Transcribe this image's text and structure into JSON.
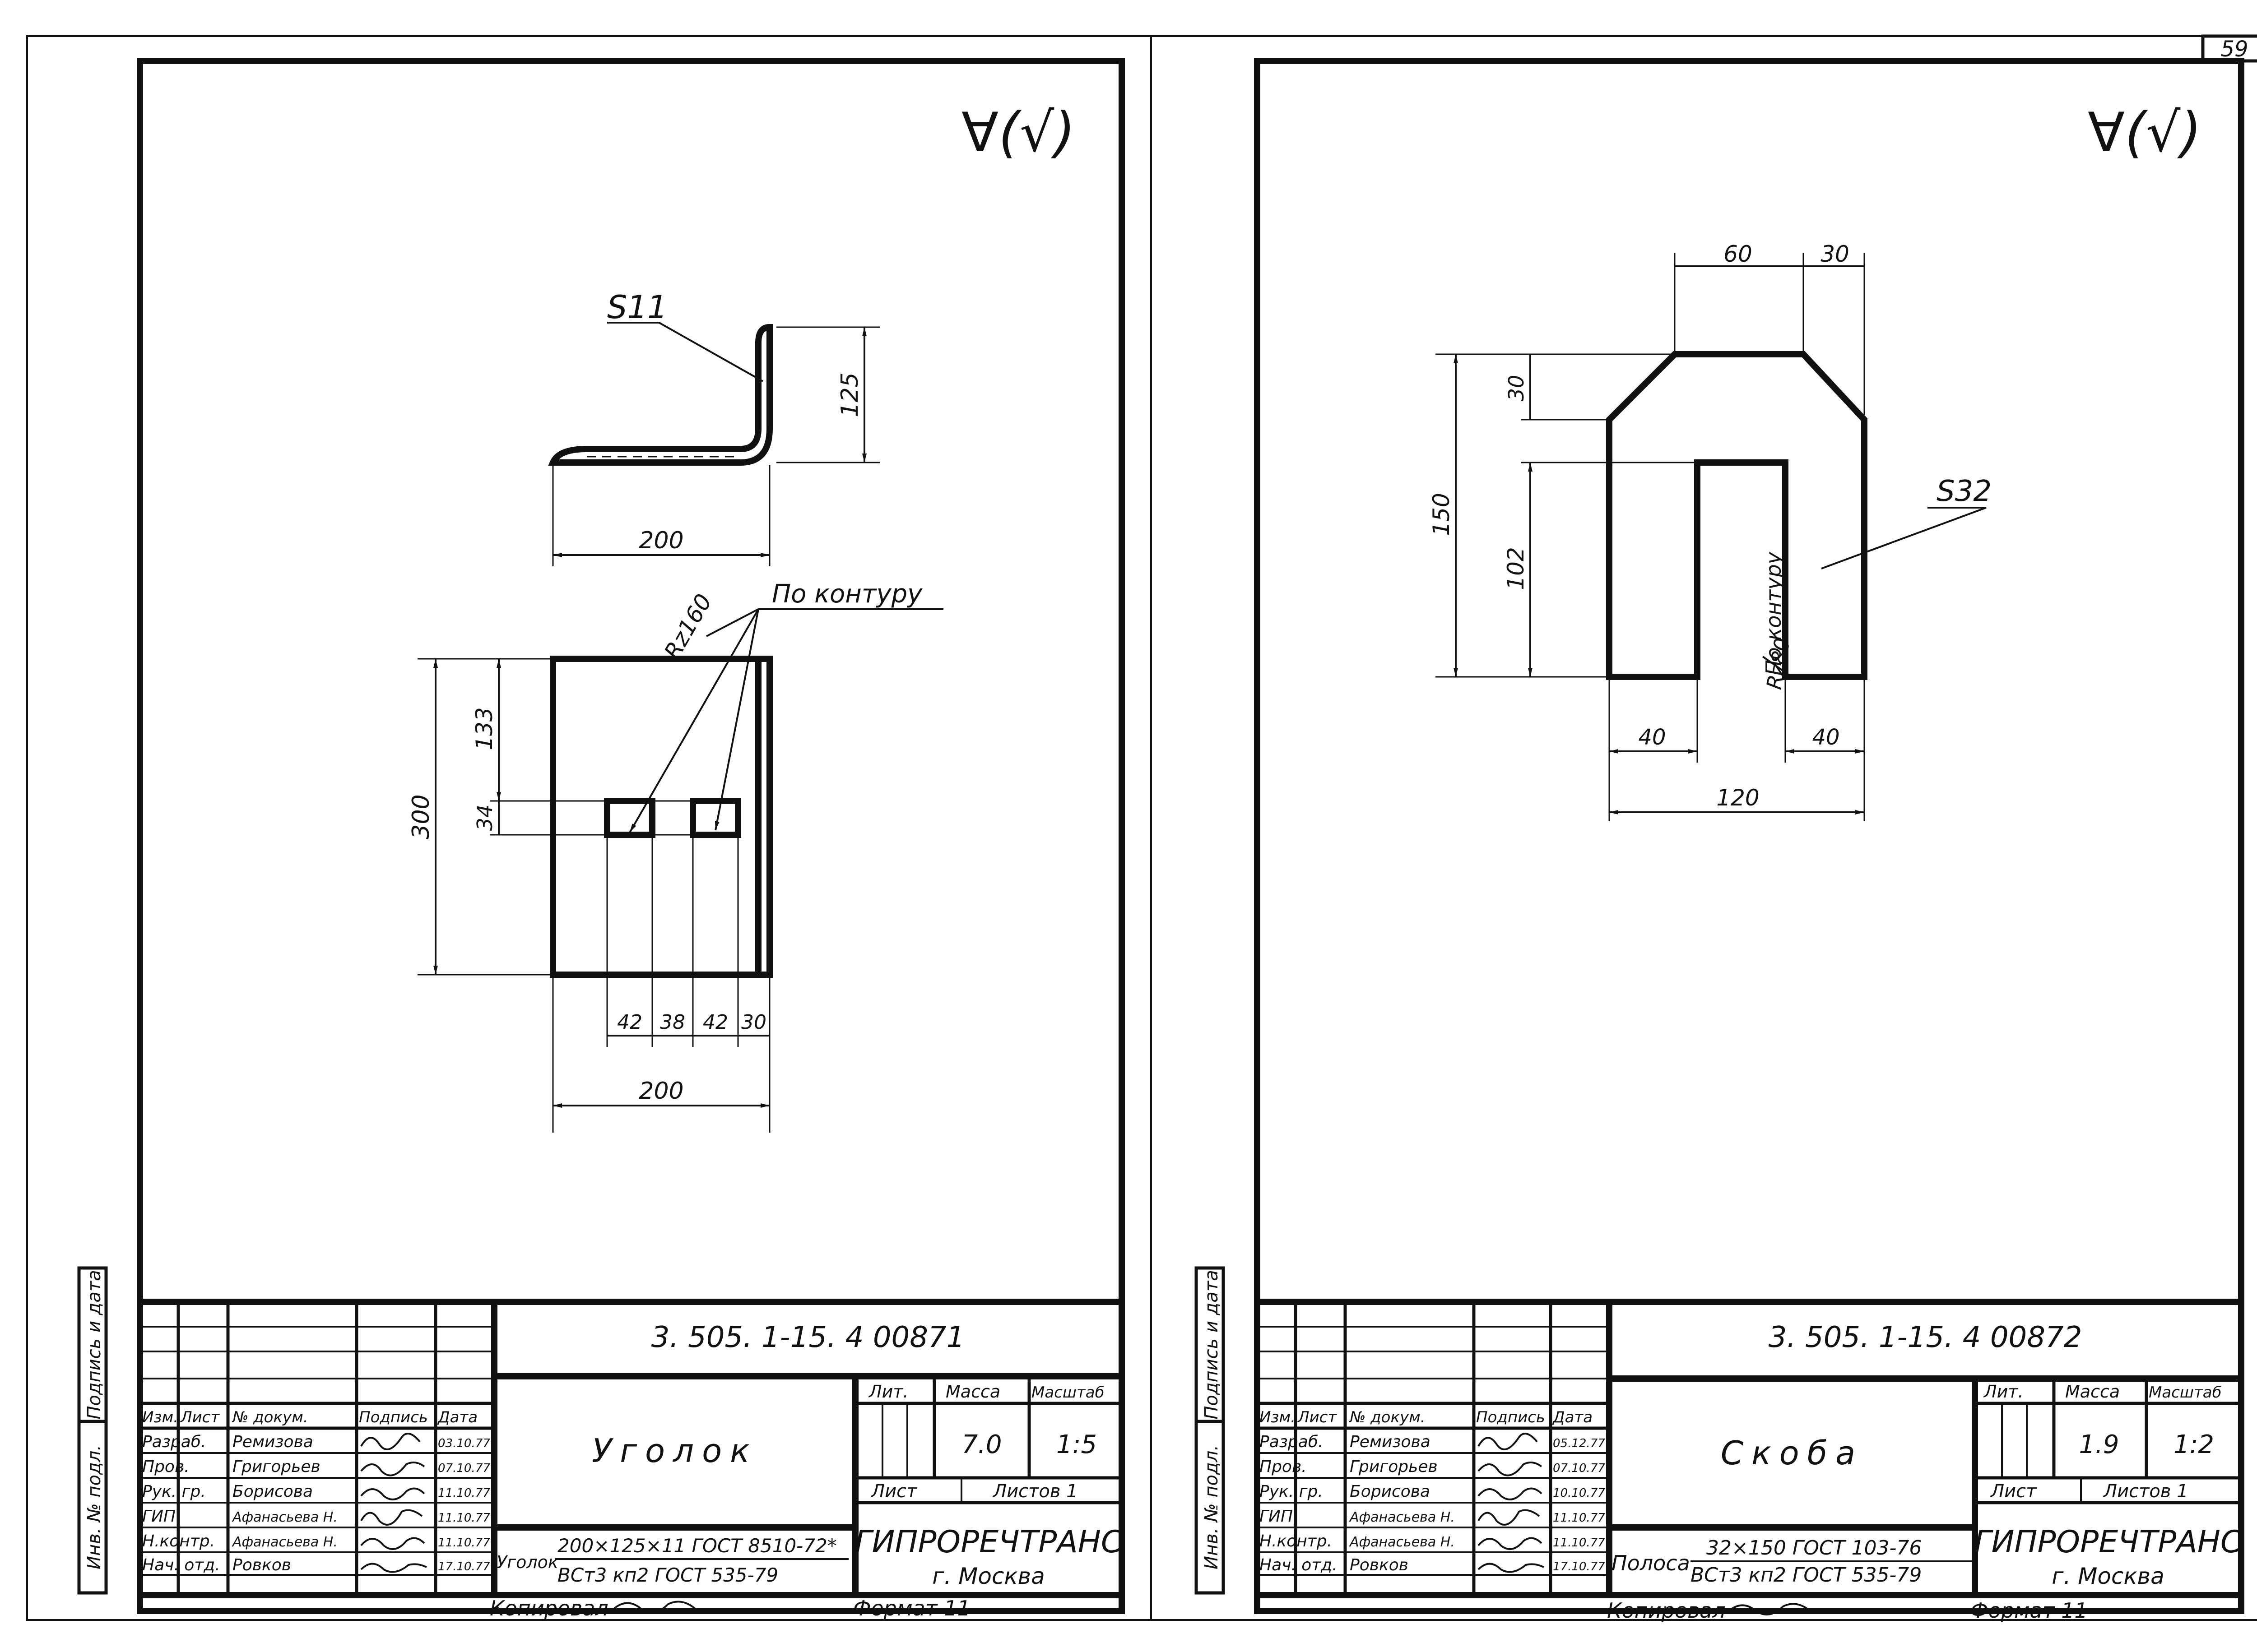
{
  "page_number": "59",
  "left_sheet": {
    "roughness_symbol": "∀(√)",
    "thickness_label": "S11",
    "roughness_rz": "Rz160",
    "contour_note": "По контуру",
    "dims": {
      "angle_height": "125",
      "angle_width": "200",
      "plate_height": "300",
      "hole_offset": "133",
      "hole_height": "34",
      "x1": "42",
      "x2": "38",
      "x3": "42",
      "x4": "30",
      "plate_width": "200"
    },
    "title_block": {
      "designation": "3. 505. 1-15. 4  00871",
      "name": "Уголок",
      "lit_label": "Лит.",
      "mass_label": "Масса",
      "scale_label": "Масштаб",
      "mass": "7.0",
      "scale": "1:5",
      "sheet_label": "Лист",
      "sheets_label": "Листов 1",
      "organization": "ГИПРОРЕЧТРАНС",
      "city": "г. Москва",
      "material_prefix": "Уголок",
      "material_line1": "200×125×11 ГОСТ 8510-72*",
      "material_line2": "ВСт3 кп2  ГОСТ 535-79",
      "header": {
        "izm": "Изм.",
        "list": "Лист",
        "doc": "№ докум.",
        "sign": "Подпись",
        "date": "Дата"
      },
      "rows": [
        {
          "role": "Разраб.",
          "name": "Ремизова",
          "date": "03.10.77"
        },
        {
          "role": "Пров.",
          "name": "Григорьев",
          "date": "07.10.77"
        },
        {
          "role": "Рук. гр.",
          "name": "Борисова",
          "date": "11.10.77"
        },
        {
          "role": "ГИП",
          "name": "Афанасьева Н.",
          "date": "11.10.77"
        },
        {
          "role": "Н.контр.",
          "name": "Афанасьева Н.",
          "date": "11.10.77"
        },
        {
          "role": "Нач. отд.",
          "name": "Ровков",
          "date": "17.10.77"
        }
      ]
    },
    "copied_label": "Копировал",
    "format_label": "Формат 11",
    "side_stamp_top": "Подпись и дата",
    "side_stamp_bottom": "Инв. № подл."
  },
  "right_sheet": {
    "roughness_symbol": "∀(√)",
    "thickness_label": "S32",
    "roughness_rz": "Rz80",
    "contour_note": "По контуру",
    "dims": {
      "top_width": "60",
      "chamfer_x": "30",
      "chamfer_y": "30",
      "height": "150",
      "slot_depth": "102",
      "leg_left": "40",
      "leg_right": "40",
      "width": "120"
    },
    "title_block": {
      "designation": "3. 505. 1-15. 4  00872",
      "name": "Скоба",
      "lit_label": "Лит.",
      "mass_label": "Масса",
      "scale_label": "Масштаб",
      "mass": "1.9",
      "scale": "1:2",
      "sheet_label": "Лист",
      "sheets_label": "Листов 1",
      "organization": "ГИПРОРЕЧТРАНС",
      "city": "г. Москва",
      "material_prefix": "Полоса",
      "material_line1": "32×150 ГОСТ 103-76",
      "material_line2": "ВСт3 кп2 ГОСТ 535-79",
      "header": {
        "izm": "Изм.",
        "list": "Лист",
        "doc": "№ докум.",
        "sign": "Подпись",
        "date": "Дата"
      },
      "rows": [
        {
          "role": "Разраб.",
          "name": "Ремизова",
          "date": "05.12.77"
        },
        {
          "role": "Пров.",
          "name": "Григорьев",
          "date": "07.10.77"
        },
        {
          "role": "Рук. гр.",
          "name": "Борисова",
          "date": "10.10.77"
        },
        {
          "role": "ГИП",
          "name": "Афанасьева Н.",
          "date": "11.10.77"
        },
        {
          "role": "Н.контр.",
          "name": "Афанасьева Н.",
          "date": "11.10.77"
        },
        {
          "role": "Нач. отд.",
          "name": "Ровков",
          "date": "17.10.77"
        }
      ]
    },
    "copied_label": "Копировал",
    "format_label": "Формат 11",
    "side_stamp_top": "Подпись и дата",
    "side_stamp_bottom": "Инв. № подл."
  }
}
